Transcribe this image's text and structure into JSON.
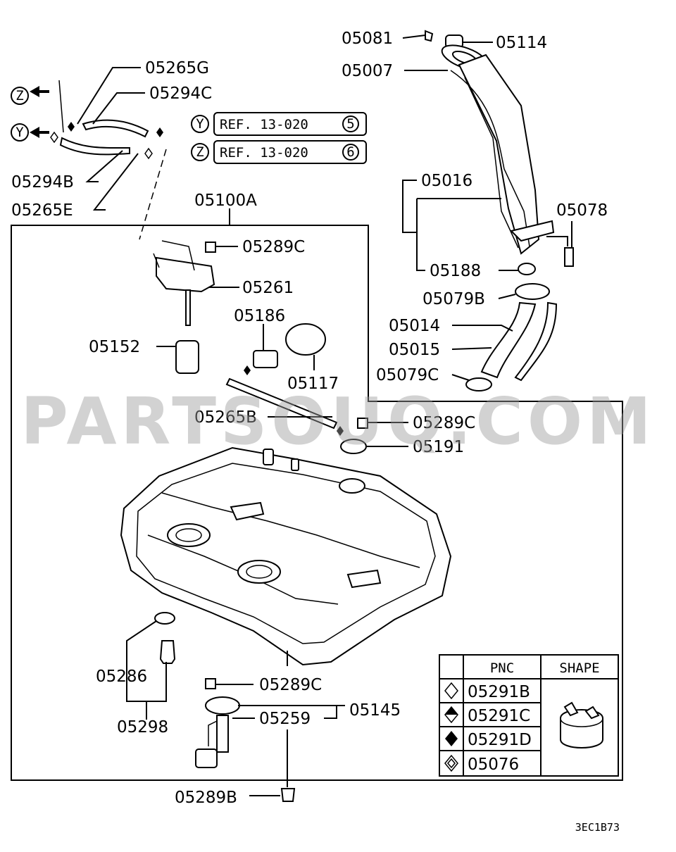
{
  "watermark": "PARTSOUQ.COM",
  "drawing_code": "3EC1B73",
  "references": [
    {
      "marker": "Y",
      "text": "REF. 13-020",
      "index": "5"
    },
    {
      "marker": "Z",
      "text": "REF. 13-020",
      "index": "6"
    }
  ],
  "side_markers": {
    "z": "Z",
    "y": "Y"
  },
  "callouts": {
    "p05081": "05081",
    "p05114": "05114",
    "p05007": "05007",
    "p05016": "05016",
    "p05078": "05078",
    "p05188": "05188",
    "p05079b": "05079B",
    "p05014": "05014",
    "p05015": "05015",
    "p05079c": "05079C",
    "p05265g": "05265G",
    "p05294c": "05294C",
    "p05294b": "05294B",
    "p05265e": "05265E",
    "p05100a": "05100A",
    "p05289c_a": "05289C",
    "p05261": "05261",
    "p05186": "05186",
    "p05152": "05152",
    "p05117": "05117",
    "p05265b": "05265B",
    "p05289c_b": "05289C",
    "p05191": "05191",
    "p05286": "05286",
    "p05298": "05298",
    "p05289c_c": "05289C",
    "p05145": "05145",
    "p05259": "05259",
    "p05289b": "05289B"
  },
  "legend": {
    "header_pnc": "PNC",
    "header_shape": "SHAPE",
    "rows": [
      {
        "symbol": "open-diamond",
        "pnc": "05291B"
      },
      {
        "symbol": "half-filled-diamond",
        "pnc": "05291C"
      },
      {
        "symbol": "filled-diamond",
        "pnc": "05291D"
      },
      {
        "symbol": "double-diamond",
        "pnc": "05076"
      }
    ]
  }
}
